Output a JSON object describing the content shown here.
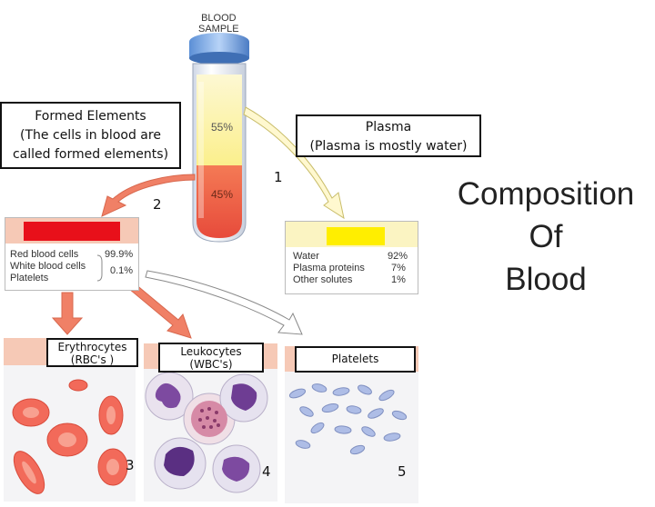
{
  "tube": {
    "label_line1": "BLOOD",
    "label_line2": "SAMPLE",
    "pct_plasma": "55%",
    "pct_cells": "45%"
  },
  "formed_elements": {
    "line1": "Formed Elements",
    "line2": "(The cells in blood are",
    "line3": "called formed elements)"
  },
  "plasma_box": {
    "line1": "Plasma",
    "line2": "(Plasma is mostly water)"
  },
  "title": {
    "line1": "Composition",
    "line2": "Of",
    "line3": "Blood"
  },
  "numbers": {
    "n1": "1",
    "n2": "2",
    "n3": "3",
    "n4": "4",
    "n5": "5"
  },
  "cells_table": {
    "rows": [
      {
        "name": "Red blood cells",
        "value": "99.9%"
      },
      {
        "name": "White blood cells",
        "value": "0.1%"
      },
      {
        "name": "Platelets",
        "value": ""
      }
    ]
  },
  "plasma_table": {
    "rows": [
      {
        "name": "Water",
        "value": "92%"
      },
      {
        "name": "Plasma proteins",
        "value": "7%"
      },
      {
        "name": "Other solutes",
        "value": "1%"
      }
    ]
  },
  "panels": {
    "erythrocytes_line1": "Erythrocytes",
    "erythrocytes_line2": "(RBC's )",
    "leukocytes_line1": "Leukocytes",
    "leukocytes_line2": "(WBC's)",
    "platelets": "Platelets"
  },
  "colors": {
    "plasma_yellow": "#fbf196",
    "cells_red": "#f05a3a",
    "swatch_red": "#e8101a",
    "swatch_yellow": "#ffee00",
    "arrow_salmon": "#f08066",
    "rbc": "#f26a5a",
    "wbc_nucleus": "#7d4aa0"
  }
}
